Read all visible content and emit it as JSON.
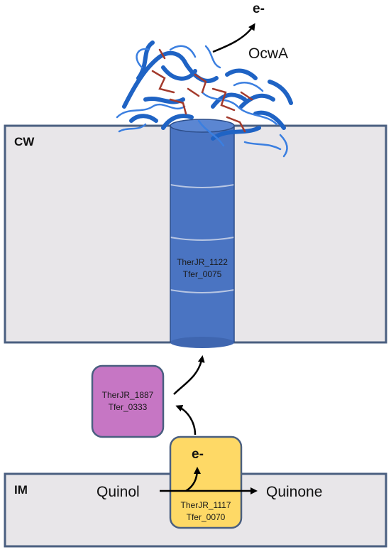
{
  "compartments": {
    "cw": {
      "label": "CW",
      "fill": "#e8e6e9",
      "stroke": "#4a5f80"
    },
    "im": {
      "label": "IM",
      "fill": "#e8e6e9",
      "stroke": "#4a5f80"
    }
  },
  "cylinder": {
    "line1": "TherJR_1122",
    "line2": "Tfer_0075",
    "color": "#4472c4"
  },
  "ocwa": {
    "label": "OcwA",
    "electron_label": "e-",
    "protein_color": "#1f63c4",
    "heme_color": "#a33a2c"
  },
  "cytochrome": {
    "line1": "TherJR_1887",
    "line2": "Tfer_0333",
    "color": "#c878c6"
  },
  "quinol_oxidase": {
    "line1": "TherJR_1117",
    "line2": "Tfer_0070",
    "electron_label": "e-",
    "color": "#fed966"
  },
  "reaction": {
    "substrate": "Quinol",
    "product": "Quinone"
  }
}
